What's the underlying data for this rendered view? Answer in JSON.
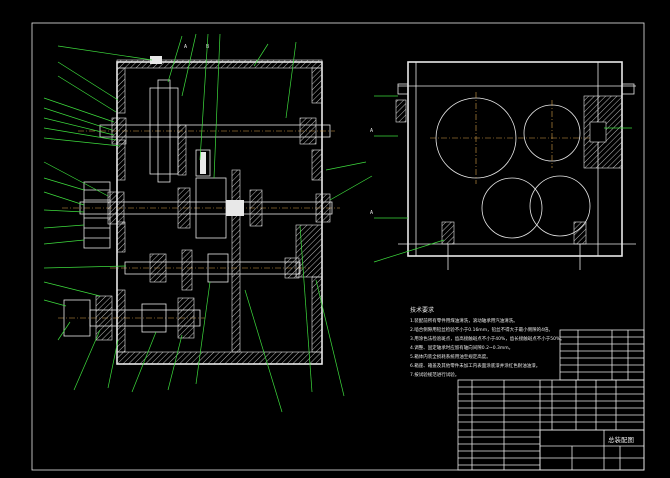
{
  "drawing": {
    "colors": {
      "background": "#000000",
      "lines": "#e8e8e8",
      "leaders": "#3ddc3d",
      "centerlines": "#d8a24a"
    },
    "front_view_label_marks": [
      "A",
      "B"
    ],
    "side_view_section_marks": [
      "A",
      "A"
    ],
    "tech_requirements": {
      "title": "技术要求",
      "lines": [
        "1.装配前所有零件用煤油清洗，滚动轴承用汽油清洗。",
        "2.啮合侧隙用铅丝检验不小于0.16mm，铅丝不得大于最小侧隙的4倍。",
        "3.用涂色法检验斑点，齿高接触斑点不小于40%，齿长接触斑点不小于50%。",
        "4.调整、固定轴承时应留有轴向间隙0.2~0.3mm。",
        "5.箱体内装全损耗系统用油至规定高度。",
        "6.箱座、箱盖及其他零件未加工内表面涂底漆并涂红色耐油油漆。",
        "7.按试验规范进行试验。"
      ]
    },
    "title_block": {
      "title": "总装配图"
    }
  }
}
